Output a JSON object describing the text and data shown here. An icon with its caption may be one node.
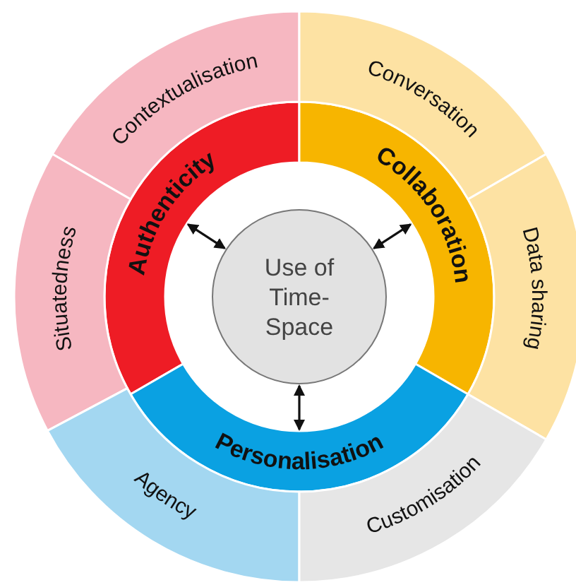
{
  "diagram": {
    "nodes": [
      {
        "text": [
          "Use of Time-Space"
        ]
      },
      {
        "text": [
          "Authenticity"
        ]
      },
      {
        "text": [
          "Collaboration"
        ]
      },
      {
        "text": [
          "Personalisation"
        ]
      },
      {
        "text": [
          "Contextualisation"
        ]
      },
      {
        "text": [
          "Situatedness"
        ]
      },
      {
        "text": [
          "Conversation"
        ]
      },
      {
        "text": [
          "Data sharing"
        ]
      },
      {
        "text": [
          "Agency"
        ]
      },
      {
        "text": [
          "Customisation"
        ]
      }
    ],
    "edges": [
      {
        "from": 0,
        "to": 1,
        "arrow": "both"
      },
      {
        "from": 0,
        "to": 2,
        "arrow": "both"
      },
      {
        "from": 0,
        "to": 3,
        "arrow": "both"
      }
    ]
  }
}
